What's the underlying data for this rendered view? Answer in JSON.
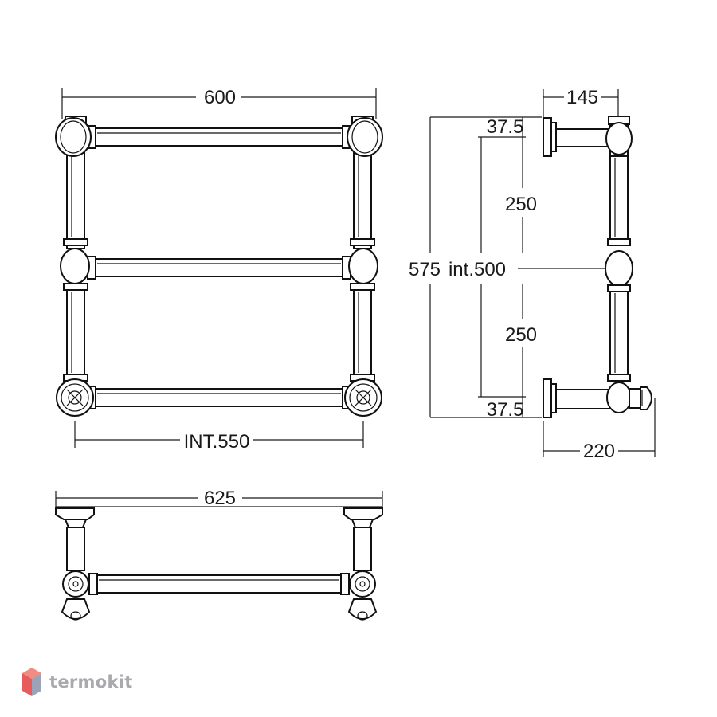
{
  "front_view": {
    "width_label": "600",
    "inner_width_label": "INT.550"
  },
  "plan_view": {
    "width_label": "625"
  },
  "side_view": {
    "depth_top_label": "145",
    "depth_bottom_label": "220",
    "height_label": "575",
    "inner_height_label": "int.500",
    "top_offset_label": "37.5",
    "upper_spacing_label": "250",
    "lower_spacing_label": "250",
    "bottom_offset_label": "37.5"
  },
  "watermark": {
    "brand": "termokit",
    "logo_colors": {
      "top": "#f28b82",
      "left": "#e65b5b",
      "right": "#9aa3b8"
    }
  }
}
